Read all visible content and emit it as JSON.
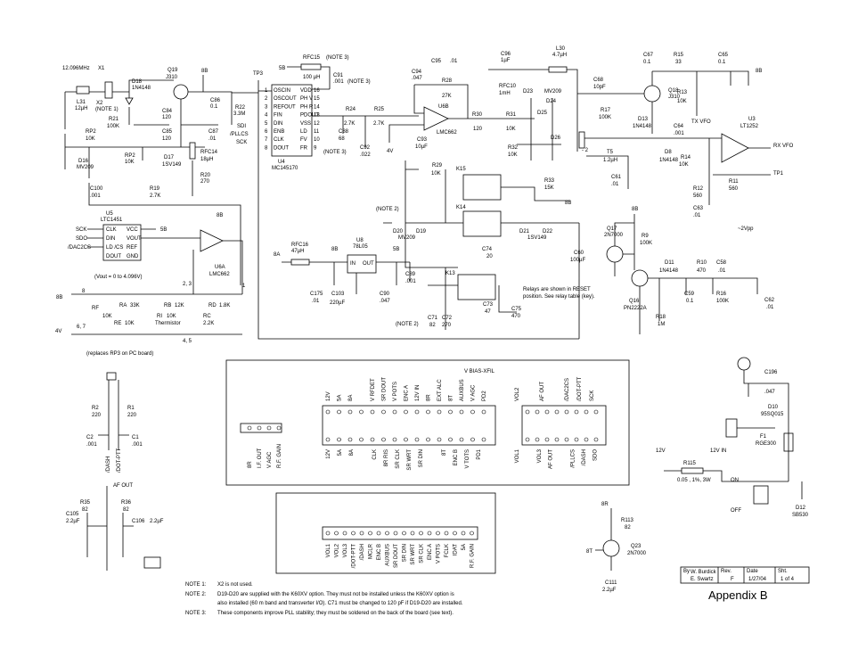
{
  "title": "Appendix B",
  "title_block": {
    "by_label": "By",
    "author1": "W. Burdick",
    "author2": "E. Swartz",
    "rev_label": "Rev.",
    "rev": "F",
    "date_label": "Date",
    "date": "1/27/04",
    "sht_label": "Sht.",
    "sheet": "1 of 4"
  },
  "notes": [
    {
      "key": "NOTE 1:",
      "text": "X2 is not used."
    },
    {
      "key": "NOTE 2:",
      "text": "D19-D20 are supplied with the K60XV option. They must not be installed unless the K60XV option is"
    },
    {
      "key": "",
      "text": "also installed (60 m band and transverter I/O). C71 must be changed to 120 pF if D19-D20 are installed."
    },
    {
      "key": "NOTE 3:",
      "text": "These components improve PLL stability; they must be soldered on the back of the board (see text)."
    }
  ],
  "relay_note": [
    "Relays are shown in RESET",
    "position.  See relay table (key)."
  ],
  "labels": {
    "xtal": "12.096MHz",
    "x1": "X1",
    "x2": "X2",
    "note1": "(NOTE 1)",
    "l31": "L31",
    "l31v": "12µH",
    "d18": "D18",
    "d18v": "1N4148",
    "q19": "Q19",
    "q19v": "J310",
    "r21": "R21",
    "r21v": "100K",
    "c84": "C84",
    "c84v": "120",
    "c85": "C85",
    "c85v": "120",
    "c86": "C86",
    "c86v": "0.1",
    "c87": "C87",
    "c87v": ".01",
    "r22": "R22",
    "r22v": "3.3M",
    "rp2a": "RP2",
    "rp2av": "10K",
    "rp2b": "RP2",
    "rp2bv": "10K",
    "d16": "D16",
    "d16v": "MV209",
    "d17": "D17",
    "d17v": "1SV149",
    "rfc14": "RFC14",
    "rfc14v": "18µH",
    "r20": "R20",
    "r20v": "270",
    "c100": "C100",
    "c100v": ".001",
    "r19": "R19",
    "r19v": "2.7K",
    "u5": "U5",
    "u5v": "LTC1451",
    "sck": "SCK",
    "sdo": "SDO",
    "dac2cs": "/DAC2CS",
    "u5p_clk": "CLK",
    "u5p_din": "DIN",
    "u5p_ld": "LD /CS",
    "u5p_dout": "DOUT",
    "u5p_vcc": "VCC",
    "u5p_vout": "VOUT",
    "u5p_ref": "REF",
    "u5p_gnd": "GND",
    "u6a": "U6A",
    "u6av": "LMC662",
    "vout_note": "(Vout = 0 to 4.096V)",
    "rf": "RF",
    "rfv": "10K",
    "ra": "RA",
    "rav": "33K",
    "rb": "RB",
    "rbv": "12K",
    "rd": "RD",
    "rdv": "1.8K",
    "re": "RE",
    "rev": "10K",
    "rt": "RI",
    "rtv": "10K",
    "therm": "Thermistor",
    "rc": "RC",
    "rcv": "2.2K",
    "p8b": "8B",
    "p4v": "4V",
    "p67": "6, 7",
    "p23": "2, 3",
    "p45": "4, 5",
    "p1": "1",
    "p8": "8",
    "replaces": "(replaces RP3 on PC board)",
    "tp3": "TP3",
    "u4": "U4",
    "u4v": "MC145170",
    "u4l": [
      "OSCIN",
      "OSCOUT",
      "REFOUT",
      "FIN",
      "DIN",
      "ENB",
      "CLK",
      "DOUT"
    ],
    "u4r": [
      "VDD",
      "PH V",
      "PH R",
      "PDOUT",
      "VSS",
      "LD",
      "FV",
      "FR"
    ],
    "u4ln": [
      "1",
      "2",
      "3",
      "4",
      "5",
      "6",
      "7",
      "8"
    ],
    "u4rn": [
      "16",
      "15",
      "14",
      "13",
      "12",
      "11",
      "10",
      "9"
    ],
    "sdi": "SDI",
    "pllcs": "/PLLCS",
    "sck2": "SCK",
    "rfc15": "RFC15",
    "rfc15v": "100 µH",
    "note3": "(NOTE 3)",
    "p5b": "5B",
    "c91": "C91",
    "c91v": ".001",
    "r24": "R24",
    "r24v": "2.7K",
    "r25": "R25",
    "r25v": "2.7K",
    "c88": "C88",
    "c88v": "68",
    "c92": "C92",
    "c92v": ".022",
    "c94": "C94",
    "c94v": ".047",
    "c95": "C95",
    "c95v": ".01",
    "r28": "R28",
    "r28v": "27K",
    "u6b": "U6B",
    "u6bv": "LMC662",
    "c93": "C93",
    "c93v": "10µF",
    "p4v2": "4V",
    "r30": "R30",
    "r30v": "120",
    "c96": "C96",
    "c96v": "1µF",
    "rfc10": "RFC10",
    "rfc10v": "1mH",
    "l30": "L30",
    "l30v": "4.7µH",
    "d23": "D23",
    "d24": "D24",
    "mv209": "MV209",
    "d25": "D25",
    "d26": "D26",
    "r31": "R31",
    "r31v": "10K",
    "r32": "R32",
    "r32v": "10K",
    "c68": "C68",
    "c68v": "10pF",
    "r17": "R17",
    "r17v": "100K",
    "c67": "C67",
    "c67v": "0.1",
    "r15": "R15",
    "r15v": "33",
    "c65": "C65",
    "c65v": "0.1",
    "q18": "Q18",
    "q18v": "J310",
    "d13": "D13",
    "d13v": "1N4148",
    "r13": "R13",
    "r13v": "10K",
    "p8b2": "8B",
    "t5": "T5",
    "t5v": "1.2µH",
    "d8": "D8",
    "d8v": "1N4148",
    "c64": "C64",
    "c64v": ".001",
    "r14": "R14",
    "r14v": "10K",
    "txvfo": "TX VFO",
    "u3": "U3",
    "u3v": "LT1252",
    "rxvfo": "RX VFO",
    "r12": "R12",
    "r12v": "560",
    "r11": "R11",
    "r11v": "560",
    "c63": "C63",
    "c63v": ".01",
    "tp1": "TP1",
    "vpp": "~2Vpp",
    "r29": "R29",
    "r29v": "10K",
    "k15": "K15",
    "k14": "K14",
    "k13": "K13",
    "r33": "R33",
    "r33v": "15K",
    "c61": "C61",
    "c61v": ".01",
    "d20": "D20",
    "d19": "D19",
    "d21": "D21",
    "d22": "D22",
    "d2019v": "MV209",
    "d2122v": "1SV149",
    "c74": "C74",
    "c74v": "20",
    "c73": "C73",
    "c73v": "47",
    "c75": "C75",
    "c75v": "470",
    "c71": "C71",
    "c71v": "82",
    "c72": "C72",
    "c72v": "270",
    "note2": "(NOTE 2)",
    "note2b": "(NOTE 2)",
    "rfc16": "RFC16",
    "rfc16v": "47µH",
    "p8a": "8A",
    "u8": "U8",
    "u8v": "78L05",
    "u8in": "IN",
    "u8out": "OUT",
    "c175": "C175",
    "c175v": ".01",
    "c103": "C103",
    "c103v": "220µF",
    "c90": "C90",
    "c90v": ".047",
    "c89": "C89",
    "c89v": ".001",
    "q17": "Q17",
    "q17v": "2N7000",
    "c60": "C60",
    "c60v": "100µF",
    "r9": "R9",
    "r9v": "100K",
    "d11": "D11",
    "d11v": "1N4148",
    "r10": "R10",
    "r10v": "470",
    "c58": "C58",
    "c58v": ".01",
    "q16": "Q16",
    "q16v": "PN2222A",
    "c59": "C59",
    "c59v": "0.1",
    "r16": "R16",
    "r16v": "100K",
    "r18": "R18",
    "r18v": "1M",
    "c62": "C62",
    "c62v": ".01",
    "r2": "R2",
    "r2v": "220",
    "r1": "R1",
    "r1v": "220",
    "c2": "C2",
    "c2v": ".001",
    "c1": "C1",
    "c1v": ".001",
    "dash": "/DASH",
    "dotptt": "/DOT-PTT",
    "afout": "AF OUT",
    "r35": "R35",
    "r35v": "82",
    "r36": "R36",
    "r36v": "82",
    "c105": "C105",
    "c105v": "2.2µF",
    "c106": "C106",
    "c106v": "2.2µF",
    "c196": "C196",
    "c196v": ".047",
    "d10": "D10",
    "d10v": "95SQ015",
    "f1": "F1",
    "f1v": "RGE300",
    "v12": "12V",
    "v12in": "12V IN",
    "r115": "R115",
    "r115v": "0.05  , 1%, 3W",
    "on": "ON",
    "off": "OFF",
    "d12": "D12",
    "d12v": "SB530",
    "p8r": "8R",
    "r113": "R113",
    "r113v": "82",
    "q23": "Q23",
    "q23v": "2N7000",
    "p8t": "8T",
    "c111": "C111",
    "c111v": "2.2µF"
  },
  "conn_left": [
    "8R",
    "I.F. OUT",
    "V AGC",
    "R.F. GAIN"
  ],
  "conn_top_upper": [
    "12V",
    "5A",
    "8A",
    "",
    "V RFDET",
    "SR DOUT",
    "V POTS",
    "ENC A",
    "12V IN",
    "8R",
    "EXT ALC",
    "8T",
    "AUXBUS",
    "V AGC",
    "PD2"
  ],
  "conn_top_upper_extra": "V BIAS-XFIL",
  "conn_top_lower": [
    "12V",
    "5A",
    "8A",
    "",
    "CLK",
    "8R RIS",
    "SR CLK",
    "SR WRT",
    "SR DIN",
    "",
    "8T",
    "ENC B",
    "V TOTS",
    "PD1"
  ],
  "conn_right_upper": [
    "VOL2",
    "",
    "AF OUT",
    "",
    "/DAC2CS",
    "/DOT-PTT",
    "SCK"
  ],
  "conn_right_lower": [
    "VOL1",
    "",
    "VOL3",
    "AF OUT",
    "",
    "/PLLCS",
    "/DASH",
    "SDO"
  ],
  "conn_bottom": [
    "VOL1",
    "VOL2",
    "VOL3",
    "/DOT-PTT",
    "/DASH",
    "MCLR",
    "ENC B",
    "AUXBUS",
    "SR DOUT",
    "SR DIN",
    "SR WRT",
    "SR CLK",
    "ENC A",
    "V POTS",
    "FCLK",
    "IDAT",
    "5A",
    "R.F. GAIN"
  ]
}
